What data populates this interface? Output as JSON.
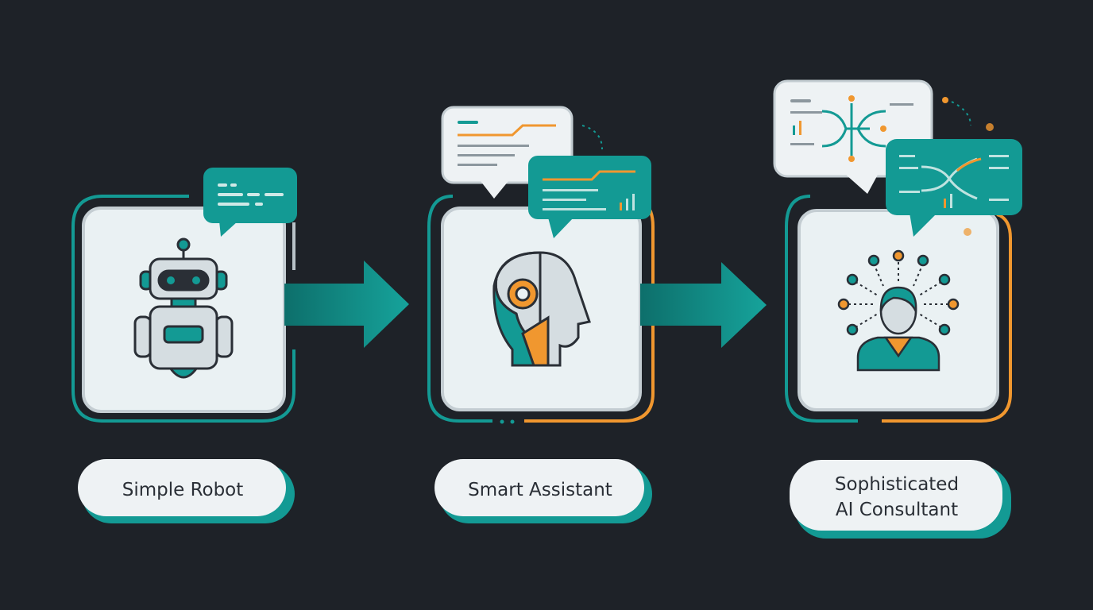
{
  "stages": [
    {
      "label": "Simple Robot",
      "icon": "robot-icon"
    },
    {
      "label": "Smart Assistant",
      "icon": "head-gear-icon"
    },
    {
      "label_line1": "Sophisticated",
      "label_line2": "AI Consultant",
      "icon": "person-network-icon"
    }
  ],
  "colors": {
    "background": "#1e2228",
    "teal": "#139a94",
    "orange": "#f0972f",
    "card": "#eaf1f3",
    "outline": "#2a2f36"
  }
}
